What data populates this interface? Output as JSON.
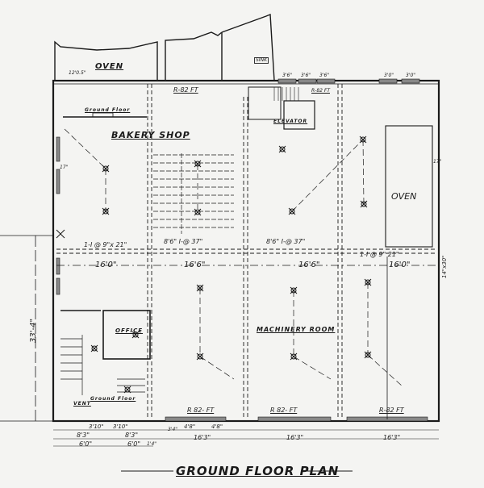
{
  "drawing": {
    "title": "GROUND FLOOR PLAN",
    "rooms": {
      "oven_top": "OVEN",
      "bakery_shop": "BAKERY SHOP",
      "oven_right": "OVEN",
      "machinery_room": "MACHINERY ROOM",
      "office": "OFFICE",
      "elevator": "ELEVATOR",
      "vent": "VENT",
      "sink": "SINK",
      "ground_floor_note_top": "Ground Floor",
      "ground_floor_note_bottom": "Ground Floor"
    },
    "beam_labels": {
      "left": "1-I @ 9\"x 21\"",
      "center_left": "8'6\" I-@ 37\"",
      "center_right": "8'6\" I-@ 37\"",
      "right": "1-I @ 9\" 21\""
    },
    "ceiling_labels": {
      "r82_top_left": "R-82 FT",
      "r82_top_right": "R-82 FT",
      "r82_bottom_1": "R 82- FT",
      "r82_bottom_2": "R 82- FT",
      "r82_bottom_3": "R-82 FT"
    },
    "dimensions": {
      "bay_1": "16'0\"",
      "bay_2": "16'6\"",
      "bay_3": "16'6\"",
      "bay_4": "16'0\"",
      "height_left": "33'-4\"",
      "opening_right": "14\"x30\"",
      "bottom_bay_2": "16'3\"",
      "bottom_bay_3": "16'3\"",
      "bottom_bay_4": "16'3\"",
      "bottom_left_a": "8'3\"",
      "bottom_left_b": "8'3\"",
      "bottom_left_c": "6'0\"",
      "bottom_left_d": "6'0\"",
      "bottom_small_1": "3'10\"",
      "bottom_small_2": "3'10\"",
      "bottom_small_3": "4'8\"",
      "bottom_small_4": "4'8\"",
      "bottom_small_5": "3'4\"",
      "bottom_small_6": "1'4\"",
      "window_top_1": "3'6\"",
      "window_top_2": "3'6\"",
      "window_top_3": "3'6\"",
      "window_top_4": "3'0\"",
      "window_top_5": "3'0\"",
      "side_right_1": "17\"",
      "side_left_1": "17\"",
      "corner_top": "12'0.5\""
    },
    "colors": {
      "paper": "#f4f4f2",
      "ink": "#1a1a1a",
      "faint_ink": "#555555"
    }
  }
}
